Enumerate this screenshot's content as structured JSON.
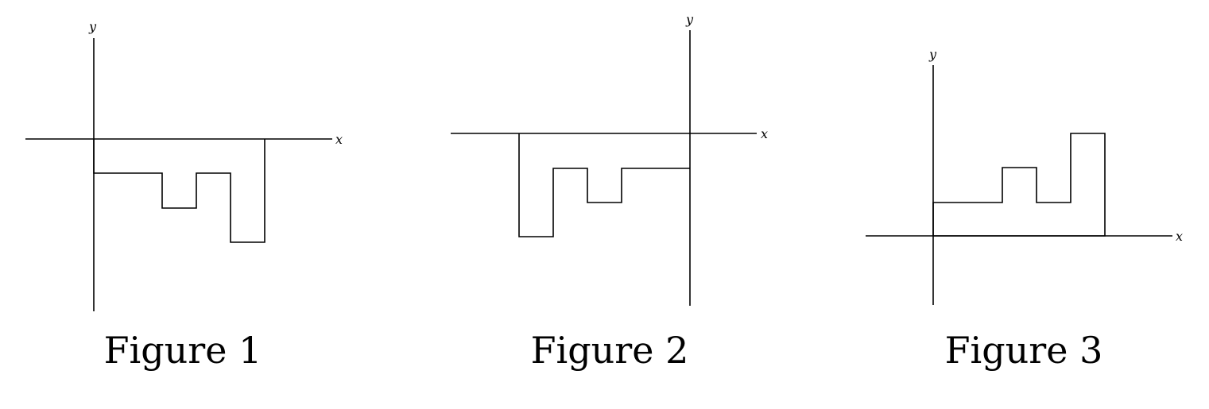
{
  "figures": [
    {
      "caption": "Figure 1",
      "x_axis_label": "x",
      "y_axis_label": "y"
    },
    {
      "caption": "Figure 2",
      "x_axis_label": "x",
      "y_axis_label": "y"
    },
    {
      "caption": "Figure 3",
      "x_axis_label": "x",
      "y_axis_label": "y"
    }
  ],
  "colors": {
    "stroke": "#000000",
    "background": "#ffffff"
  }
}
